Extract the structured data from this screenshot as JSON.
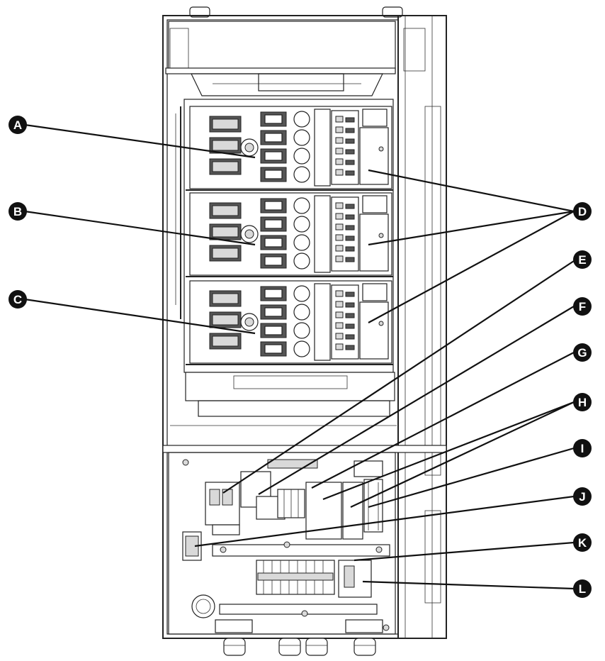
{
  "colors": {
    "line": "#222222",
    "callout": "#111111",
    "background": "#ffffff"
  },
  "callouts": [
    {
      "id": "A",
      "label": "A"
    },
    {
      "id": "B",
      "label": "B"
    },
    {
      "id": "C",
      "label": "C"
    },
    {
      "id": "D",
      "label": "D"
    },
    {
      "id": "E",
      "label": "E"
    },
    {
      "id": "F",
      "label": "F"
    },
    {
      "id": "G",
      "label": "G"
    },
    {
      "id": "H",
      "label": "H"
    },
    {
      "id": "I",
      "label": "I"
    },
    {
      "id": "J",
      "label": "J"
    },
    {
      "id": "K",
      "label": "K"
    },
    {
      "id": "L",
      "label": "L"
    }
  ]
}
